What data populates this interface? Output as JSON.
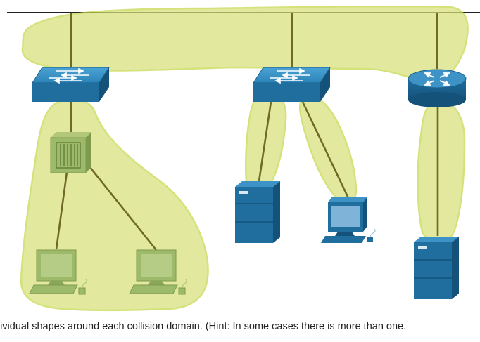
{
  "instruction": "dividual shapes around each collision domain. (Hint: In some cases there is more than one.",
  "colors": {
    "background": "#ffffff",
    "topline": "#222222",
    "cable": "#6f6a2a",
    "domain_fill": "#d8e07a",
    "domain_stroke": "#c6d84a",
    "device_blue": "#1f6e9e",
    "device_blue_dark": "#14527a",
    "device_blue_light": "#3d93c6",
    "pc_tinted": "#9cba6a",
    "pc_blue_screen": "#7fb4d8"
  },
  "devices": [
    {
      "name": "switch-left",
      "icon": "switch-icon"
    },
    {
      "name": "switch-middle",
      "icon": "switch-icon"
    },
    {
      "name": "router",
      "icon": "router-icon"
    },
    {
      "name": "hub",
      "icon": "hub-icon"
    },
    {
      "name": "pc-left",
      "icon": "pc-icon"
    },
    {
      "name": "pc-center-left",
      "icon": "pc-icon"
    },
    {
      "name": "server-middle",
      "icon": "server-icon"
    },
    {
      "name": "pc-middle",
      "icon": "pc-icon"
    },
    {
      "name": "server-right",
      "icon": "server-icon"
    }
  ]
}
